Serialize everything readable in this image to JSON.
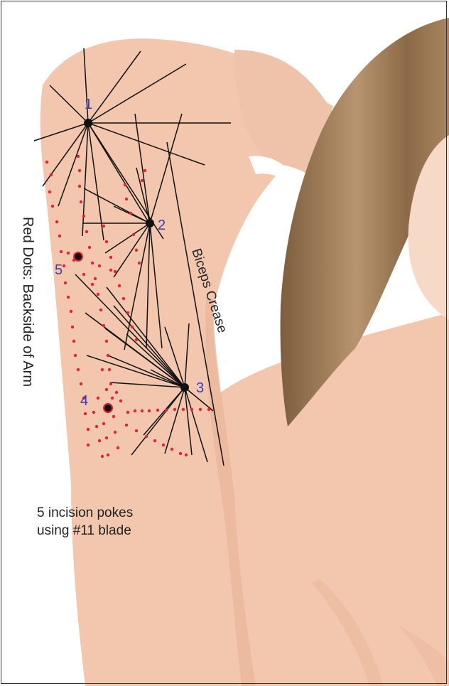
{
  "labels": {
    "biceps_crease": "Biceps Crease",
    "red_dots": "Red Dots: Backside of Arm",
    "incision_line1": "5 incision pokes",
    "incision_line2": "using #11 blade"
  },
  "incision_points": [
    {
      "number": "1"
    },
    {
      "number": "2"
    },
    {
      "number": "3"
    },
    {
      "number": "4"
    },
    {
      "number": "5"
    }
  ],
  "colors": {
    "skin": "#f2c7ad",
    "skin_shadow": "#e6b094",
    "hair_dark": "#8c6a48",
    "hair_light": "#c4a27e",
    "face": "#f6d9c6",
    "lines": "#111111",
    "red_dots": "#e3223a",
    "numbers": "#3c3cb4"
  }
}
